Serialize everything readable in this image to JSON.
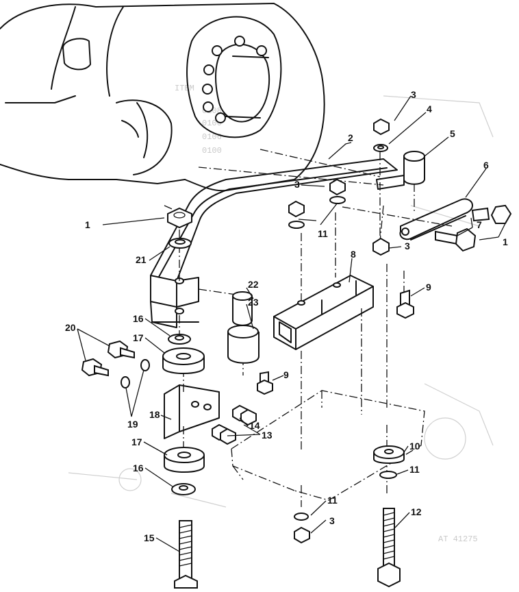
{
  "diagram": {
    "callouts": [
      "1",
      "2",
      "3",
      "4",
      "5",
      "6",
      "7",
      "8",
      "9",
      "10",
      "11",
      "12",
      "13",
      "14",
      "15",
      "16",
      "17",
      "18",
      "19",
      "20",
      "21",
      "22",
      "23"
    ],
    "figure_code": "AT 41275"
  }
}
